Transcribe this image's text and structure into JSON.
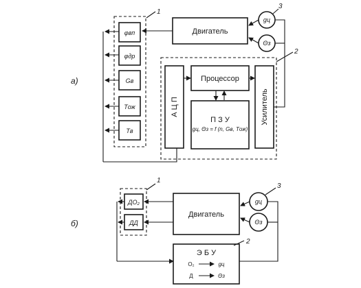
{
  "figure_a": {
    "part_label": "а)",
    "sensors": [
      "φвп",
      "φдр",
      "Gв",
      "Tож",
      "Tв"
    ],
    "engine": "Двигатель",
    "actuators": [
      "gц",
      "Θз"
    ],
    "adc": "А Ц П",
    "processor": "Процессор",
    "rom_title": "П З У",
    "rom_formula": "gц, Θз = f (n, Gв, Tож)",
    "amplifier": "Усилитель",
    "callouts": [
      "1",
      "2",
      "3"
    ]
  },
  "figure_b": {
    "part_label": "б)",
    "sensors": [
      "ДО₂",
      "ДД"
    ],
    "engine": "Двигатель",
    "actuators": [
      "gц",
      "Θз"
    ],
    "ecu_title": "Э Б У",
    "ecu_rows": [
      {
        "in": "О₂",
        "out": "gц"
      },
      {
        "in": "Д",
        "out": "Θз"
      }
    ],
    "callouts": [
      "1",
      "2",
      "3"
    ]
  }
}
